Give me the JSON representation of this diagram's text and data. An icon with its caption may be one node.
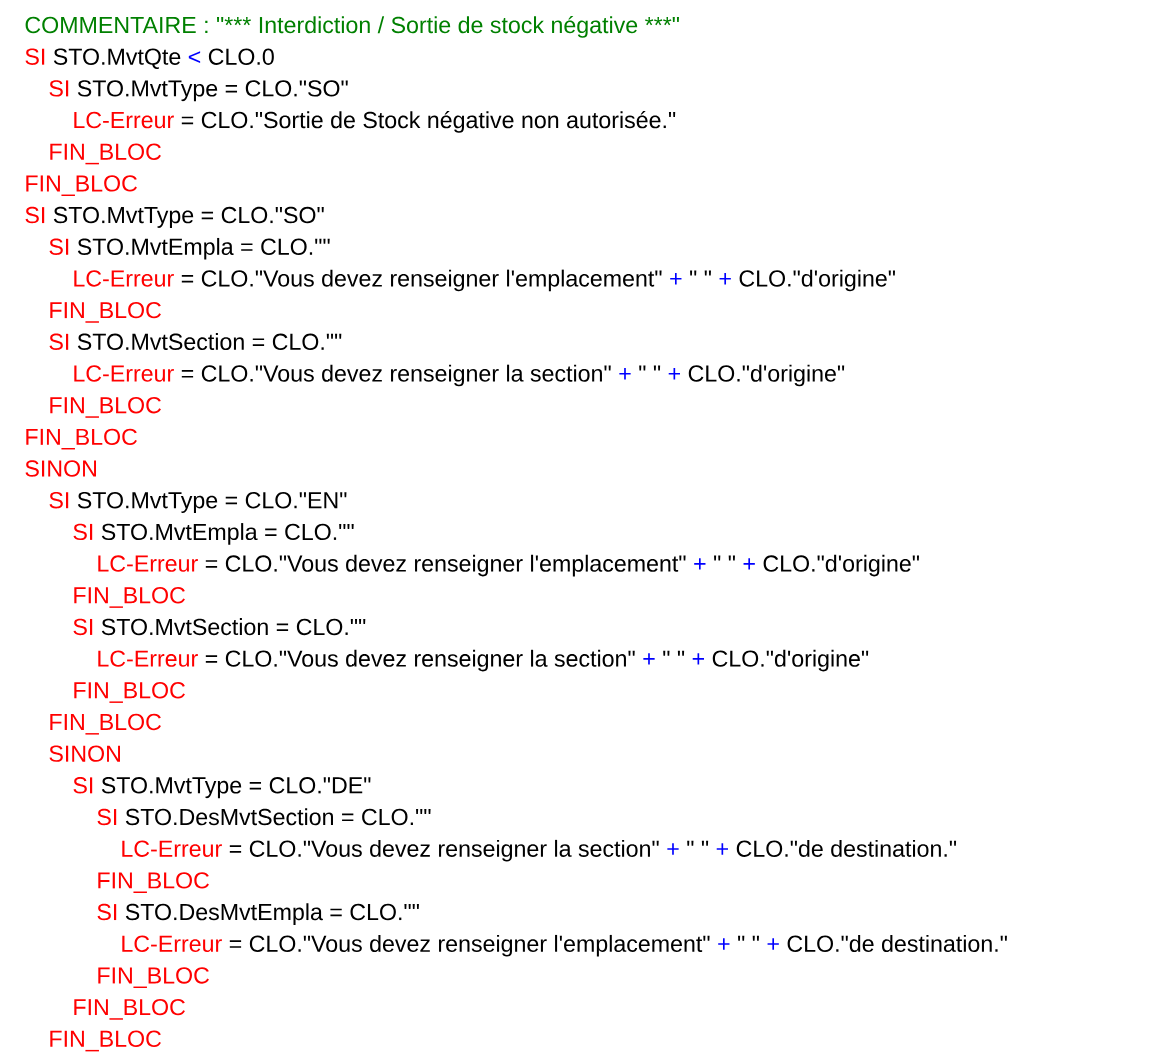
{
  "diagram": {
    "labels": [
      "COMMENTAIRE : \"***",
      "Interdiction / Sortie de stock négative",
      "***\"",
      "SI",
      "STO.MvtQte",
      "<",
      "CLO.0",
      "SI",
      "STO.MvtType = CLO.\"SO\"",
      "LC-Erreur",
      "= CLO.\"Sortie de Stock négative non autorisée.\"",
      "FIN_BLOC",
      "FIN_BLOC",
      "SI",
      "STO.MvtType = CLO.\"SO\"",
      "SI",
      "STO.MvtEmpla = CLO.\"\"",
      "LC-Erreur",
      "= CLO.\"Vous devez renseigner l'emplacement\"",
      "+",
      "\" \"",
      "+",
      "CLO.\"d'origine\"",
      "FIN_BLOC",
      "SI",
      "STO.MvtSection = CLO.\"\"",
      "LC-Erreur",
      "= CLO.\"Vous devez renseigner la section\"",
      "+",
      "\" \"",
      "+",
      "CLO.\"d'origine\"",
      "FIN_BLOC",
      "FIN_BLOC",
      "SINON",
      "SI",
      "STO.MvtType = CLO.\"EN\"",
      "SI",
      "STO.MvtEmpla = CLO.\"\"",
      "LC-Erreur",
      "= CLO.\"Vous devez renseigner l'emplacement\"",
      "+",
      "\" \"",
      "+",
      "CLO.\"d'origine\"",
      "FIN_BLOC",
      "SI",
      "STO.MvtSection = CLO.\"\"",
      "LC-Erreur",
      "= CLO.\"Vous devez renseigner la section\"",
      "+",
      "\" \"",
      "+",
      "CLO.\"d'origine\"",
      "FIN_BLOC",
      "FIN_BLOC",
      "SINON",
      "SI",
      "STO.MvtType = CLO.\"DE\"",
      "SI",
      "STO.DesMvtSection = CLO.\"\"",
      "LC-Erreur",
      "= CLO.\"Vous devez renseigner la section\"",
      "+",
      "\" \"",
      "+",
      "CLO.\"de destination.\"",
      "FIN_BLOC",
      "SI",
      "STO.DesMvtEmpla = CLO.\"\"",
      "LC-Erreur",
      "= CLO.\"Vous devez renseigner l'emplacement\"",
      "+",
      "\" \"",
      "+",
      "CLO.\"de destination.\"",
      "FIN_BLOC",
      "FIN_BLOC",
      "FIN_BLOC"
    ]
  }
}
